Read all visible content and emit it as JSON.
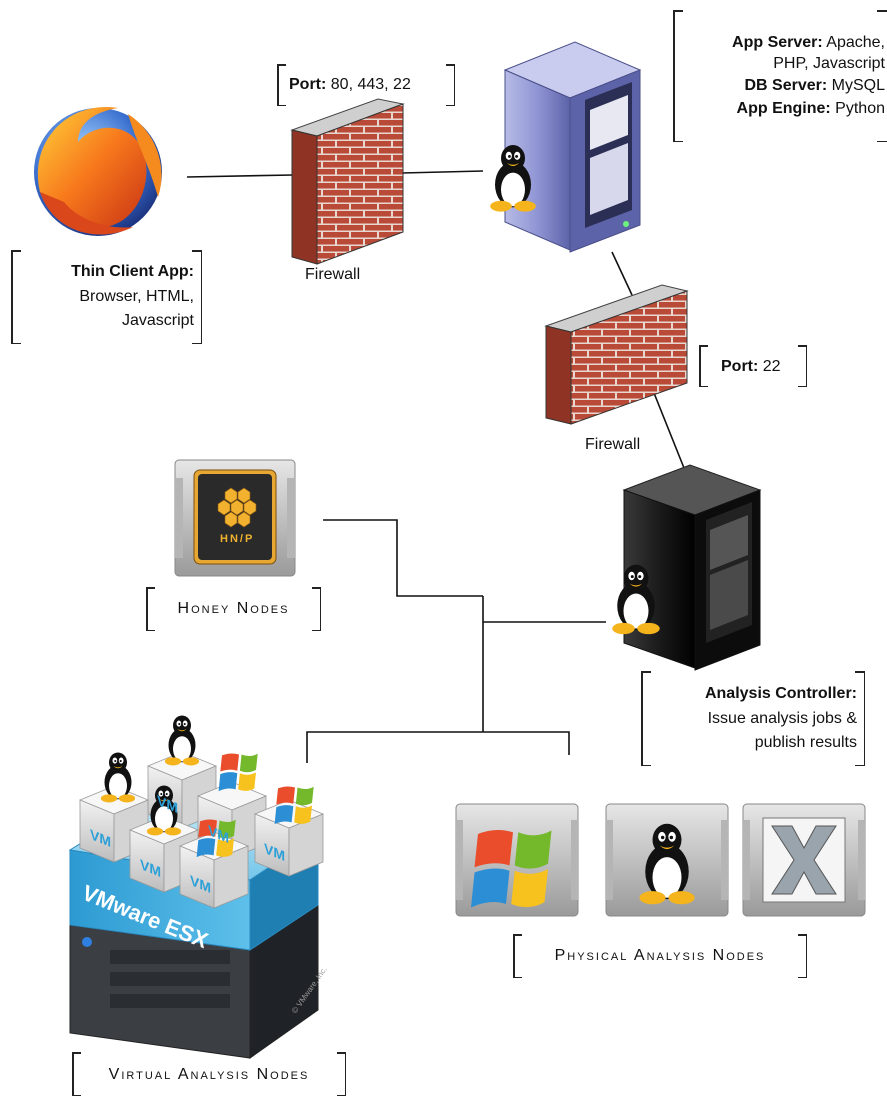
{
  "labels": {
    "port_top_key": "Port:",
    "port_top_val": " 80, 443, 22",
    "port_mid_key": "Port:",
    "port_mid_val": " 22",
    "firewall_1": "Firewall",
    "firewall_2": "Firewall",
    "thin_client_title": "Thin Client App:",
    "thin_client_line2": "Browser, HTML,",
    "thin_client_line3": "Javascript",
    "app_server_key": "App Server:",
    "app_server_val": " Apache,",
    "app_server_line2": "PHP, Javascript",
    "db_server_key": "DB Server:",
    "db_server_val": " MySQL",
    "app_engine_key": "App Engine:",
    "app_engine_val": " Python",
    "analysis_title": "Analysis Controller:",
    "analysis_line2": "Issue analysis jobs &",
    "analysis_line3": "publish results",
    "honey_nodes": "Honey Nodes",
    "physical_nodes": "Physical Analysis Nodes",
    "virtual_nodes": "Virtual Analysis Nodes",
    "vmware_text": "VMware ESX",
    "vm_text": "VM",
    "honeynet_text": "HN/P",
    "copyright": "© VMware, Inc."
  },
  "icons": {
    "browser": "firefox-icon",
    "firewall": "brick-firewall-icon",
    "server": "linux-server-icon",
    "honeynet": "honeynet-icon",
    "windows": "windows-logo-icon",
    "linux": "tux-icon",
    "macosx": "mac-os-x-icon",
    "esx": "vmware-esx-icon"
  },
  "colors": {
    "brick": "#b94a37",
    "mortar": "#e8d7cf",
    "server_blue": "#7f86c9",
    "server_dark": "#222222",
    "esx_blue": "#3fa8d8"
  }
}
